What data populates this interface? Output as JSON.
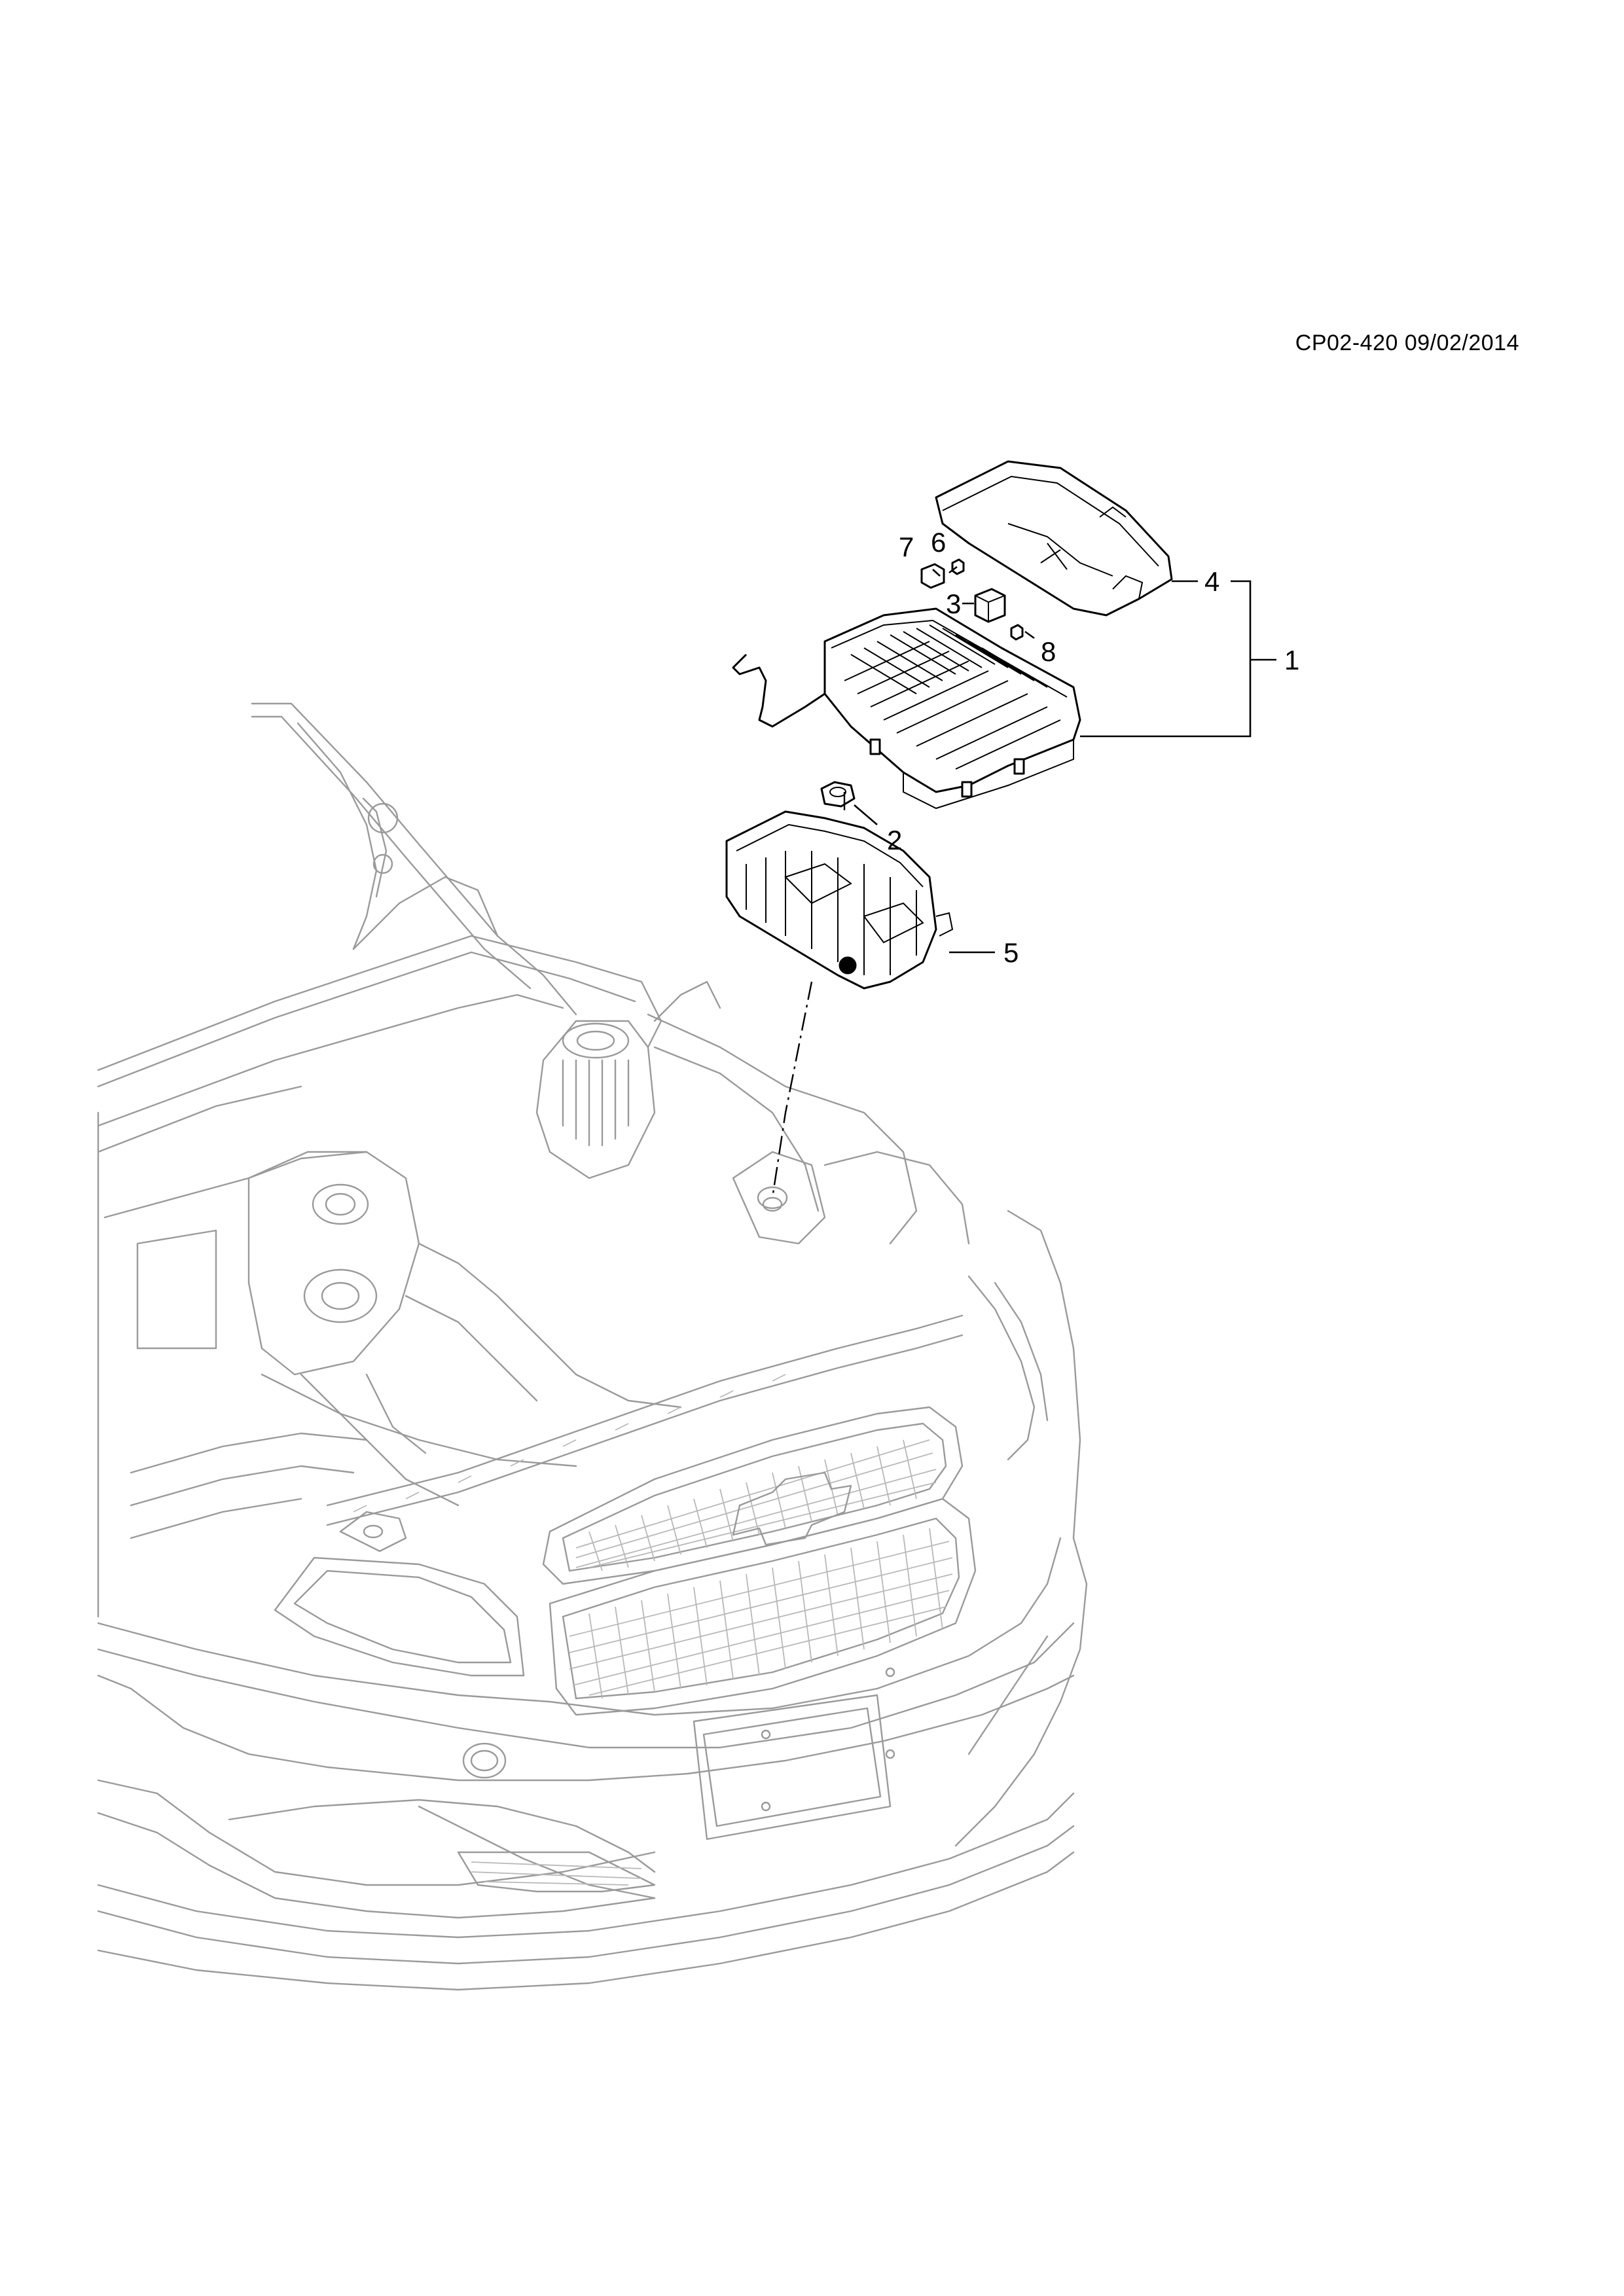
{
  "document": {
    "code_date": "CP02-420 09/02/2014"
  },
  "callouts": [
    {
      "id": "1",
      "label": "1"
    },
    {
      "id": "2",
      "label": "2"
    },
    {
      "id": "3",
      "label": "3"
    },
    {
      "id": "4",
      "label": "4"
    },
    {
      "id": "5",
      "label": "5"
    },
    {
      "id": "6",
      "label": "6"
    },
    {
      "id": "7",
      "label": "7"
    },
    {
      "id": "8",
      "label": "8"
    }
  ]
}
